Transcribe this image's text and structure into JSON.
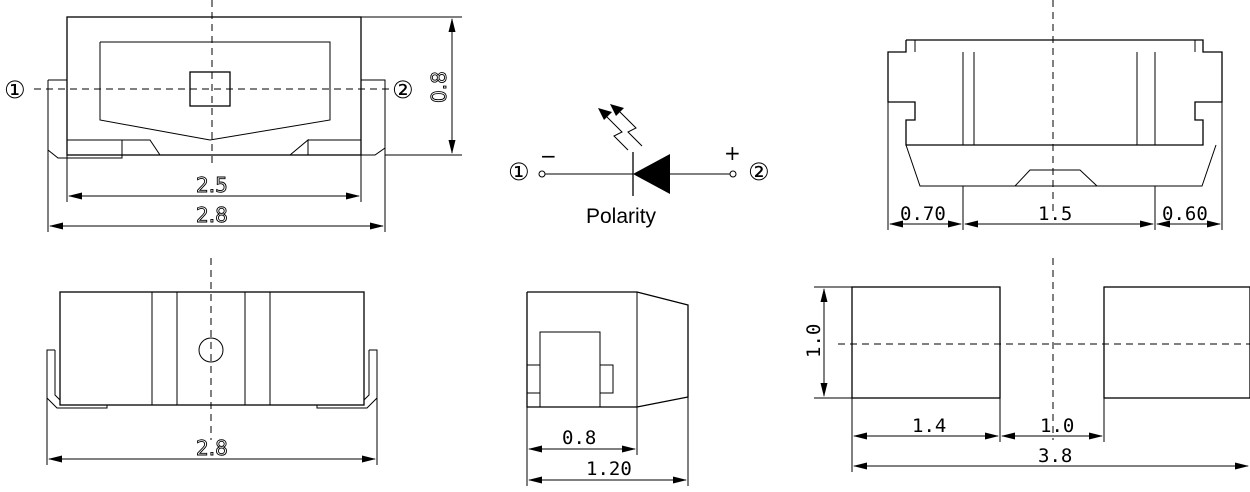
{
  "top_view": {
    "pin1_label": "①",
    "pin2_label": "②",
    "dim_height": "0.8",
    "dim_inner_width": "2.5",
    "dim_outer_width": "2.8"
  },
  "polarity": {
    "pin1_label": "①",
    "pin2_label": "②",
    "minus_sign": "−",
    "plus_sign": "+",
    "caption": "Polarity"
  },
  "end_view": {
    "dim_left": "0.70",
    "dim_center": "1.5",
    "dim_right": "0.60"
  },
  "front_view": {
    "dim_width": "2.8"
  },
  "side_view": {
    "dim_inner": "0.8",
    "dim_outer": "1.20"
  },
  "pad_layout": {
    "dim_height": "1.0",
    "dim_pad_width": "1.4",
    "dim_gap": "1.0",
    "dim_total": "3.8"
  }
}
